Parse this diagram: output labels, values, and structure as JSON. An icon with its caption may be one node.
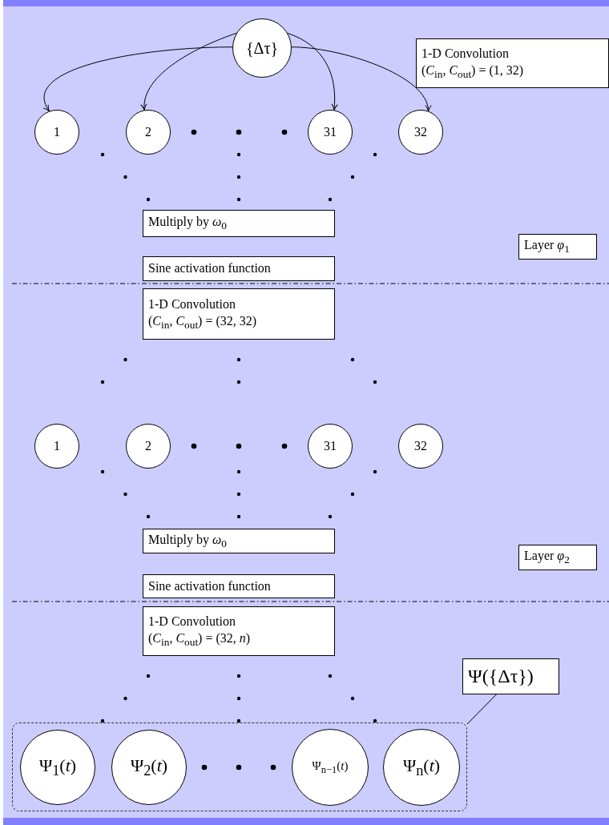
{
  "diagram": {
    "nodes": [
      {
        "text": [
          "{Δτ}"
        ]
      },
      {
        "text": [
          "1"
        ]
      },
      {
        "text": [
          "2"
        ]
      },
      {
        "text": [
          "31"
        ]
      },
      {
        "text": [
          "32"
        ]
      },
      {
        "text": [
          "1-D Convolution",
          "(*C*$_{in}$, *C*$_{out}$) = (1, 32)"
        ]
      },
      {
        "text": [
          "Multiply by *ω*$_{0}$"
        ]
      },
      {
        "text": [
          "Layer *φ*$_{1}$"
        ]
      },
      {
        "text": [
          "Sine activation function"
        ]
      },
      {
        "text": [
          "1-D Convolution",
          "(*C*$_{in}$, *C*$_{out}$) = (32, 32)"
        ]
      },
      {
        "text": [
          "1"
        ]
      },
      {
        "text": [
          "2"
        ]
      },
      {
        "text": [
          "31"
        ]
      },
      {
        "text": [
          "32"
        ]
      },
      {
        "text": [
          "Multiply by *ω*$_{0}$"
        ]
      },
      {
        "text": [
          "Layer *φ*$_{2}$"
        ]
      },
      {
        "text": [
          "Sine activation function"
        ]
      },
      {
        "text": [
          "1-D Convolution",
          "(*C*$_{in}$, *C*$_{out}$) = (32, *n*)"
        ]
      },
      {
        "text": [
          "Ψ({Δτ})"
        ]
      },
      {
        "text": [],
        "shape": "box"
      },
      {
        "text": [
          "Ψ$_{1}$(*t*)"
        ],
        "in": 19
      },
      {
        "text": [
          "Ψ$_{2}$(*t*)"
        ],
        "in": 19
      },
      {
        "text": [
          "Ψ$_{n−1}$(*t*)"
        ],
        "in": 19
      },
      {
        "text": [
          "Ψ$_{n}$(*t*)"
        ],
        "in": 19
      }
    ],
    "edges": [
      {
        "from": 0,
        "to": 1,
        "arrow": "to"
      },
      {
        "from": 0,
        "to": 2,
        "arrow": "to"
      },
      {
        "from": 0,
        "to": 3,
        "arrow": "to"
      },
      {
        "from": 0,
        "to": 4,
        "arrow": "to"
      },
      {
        "from": 18,
        "to": 19,
        "arrow": "none"
      }
    ]
  }
}
